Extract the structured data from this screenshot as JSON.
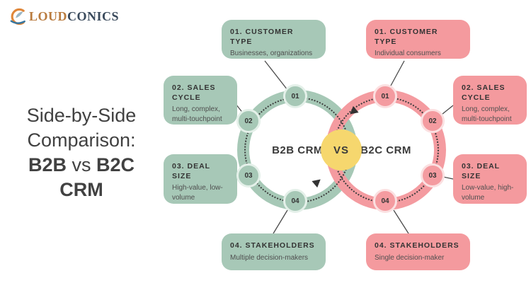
{
  "logo": {
    "part1": "LOUD",
    "part2": "CONICS"
  },
  "title": {
    "line1": "Side-by-Side",
    "line2": "Comparison:",
    "b2b": "B2B",
    "vs_word": "vs",
    "b2c": "B2C",
    "line4": "CRM"
  },
  "diagram": {
    "left_label": "B2B CRM",
    "right_label": "B2C CRM",
    "vs": "VS",
    "left_badges": [
      "01",
      "02",
      "03",
      "04"
    ],
    "right_badges": [
      "01",
      "02",
      "03",
      "04"
    ]
  },
  "callouts": {
    "b2b": [
      {
        "title": "01. CUSTOMER TYPE",
        "desc": "Businesses, organizations"
      },
      {
        "title": "02. SALES CYCLE",
        "desc": "Long, complex, multi-touchpoint"
      },
      {
        "title": "03. DEAL SIZE",
        "desc": "High-value, low-volume"
      },
      {
        "title": "04. STAKEHOLDERS",
        "desc": "Multiple decision-makers"
      }
    ],
    "b2c": [
      {
        "title": "01. CUSTOMER TYPE",
        "desc": "Individual consumers"
      },
      {
        "title": "02. SALES CYCLE",
        "desc": "Long, complex, multi-touchpoint"
      },
      {
        "title": "03. DEAL SIZE",
        "desc": "Low-value, high-volume"
      },
      {
        "title": "04. STAKEHOLDERS",
        "desc": "Single decision-maker"
      }
    ]
  },
  "colors": {
    "green": "#a6c8b6",
    "pink": "#f49ba0",
    "yellow": "#f6d76e",
    "text_dark": "#3d3d3d",
    "logo_orange": "#b97b3e",
    "logo_navy": "#3a4a5c"
  }
}
